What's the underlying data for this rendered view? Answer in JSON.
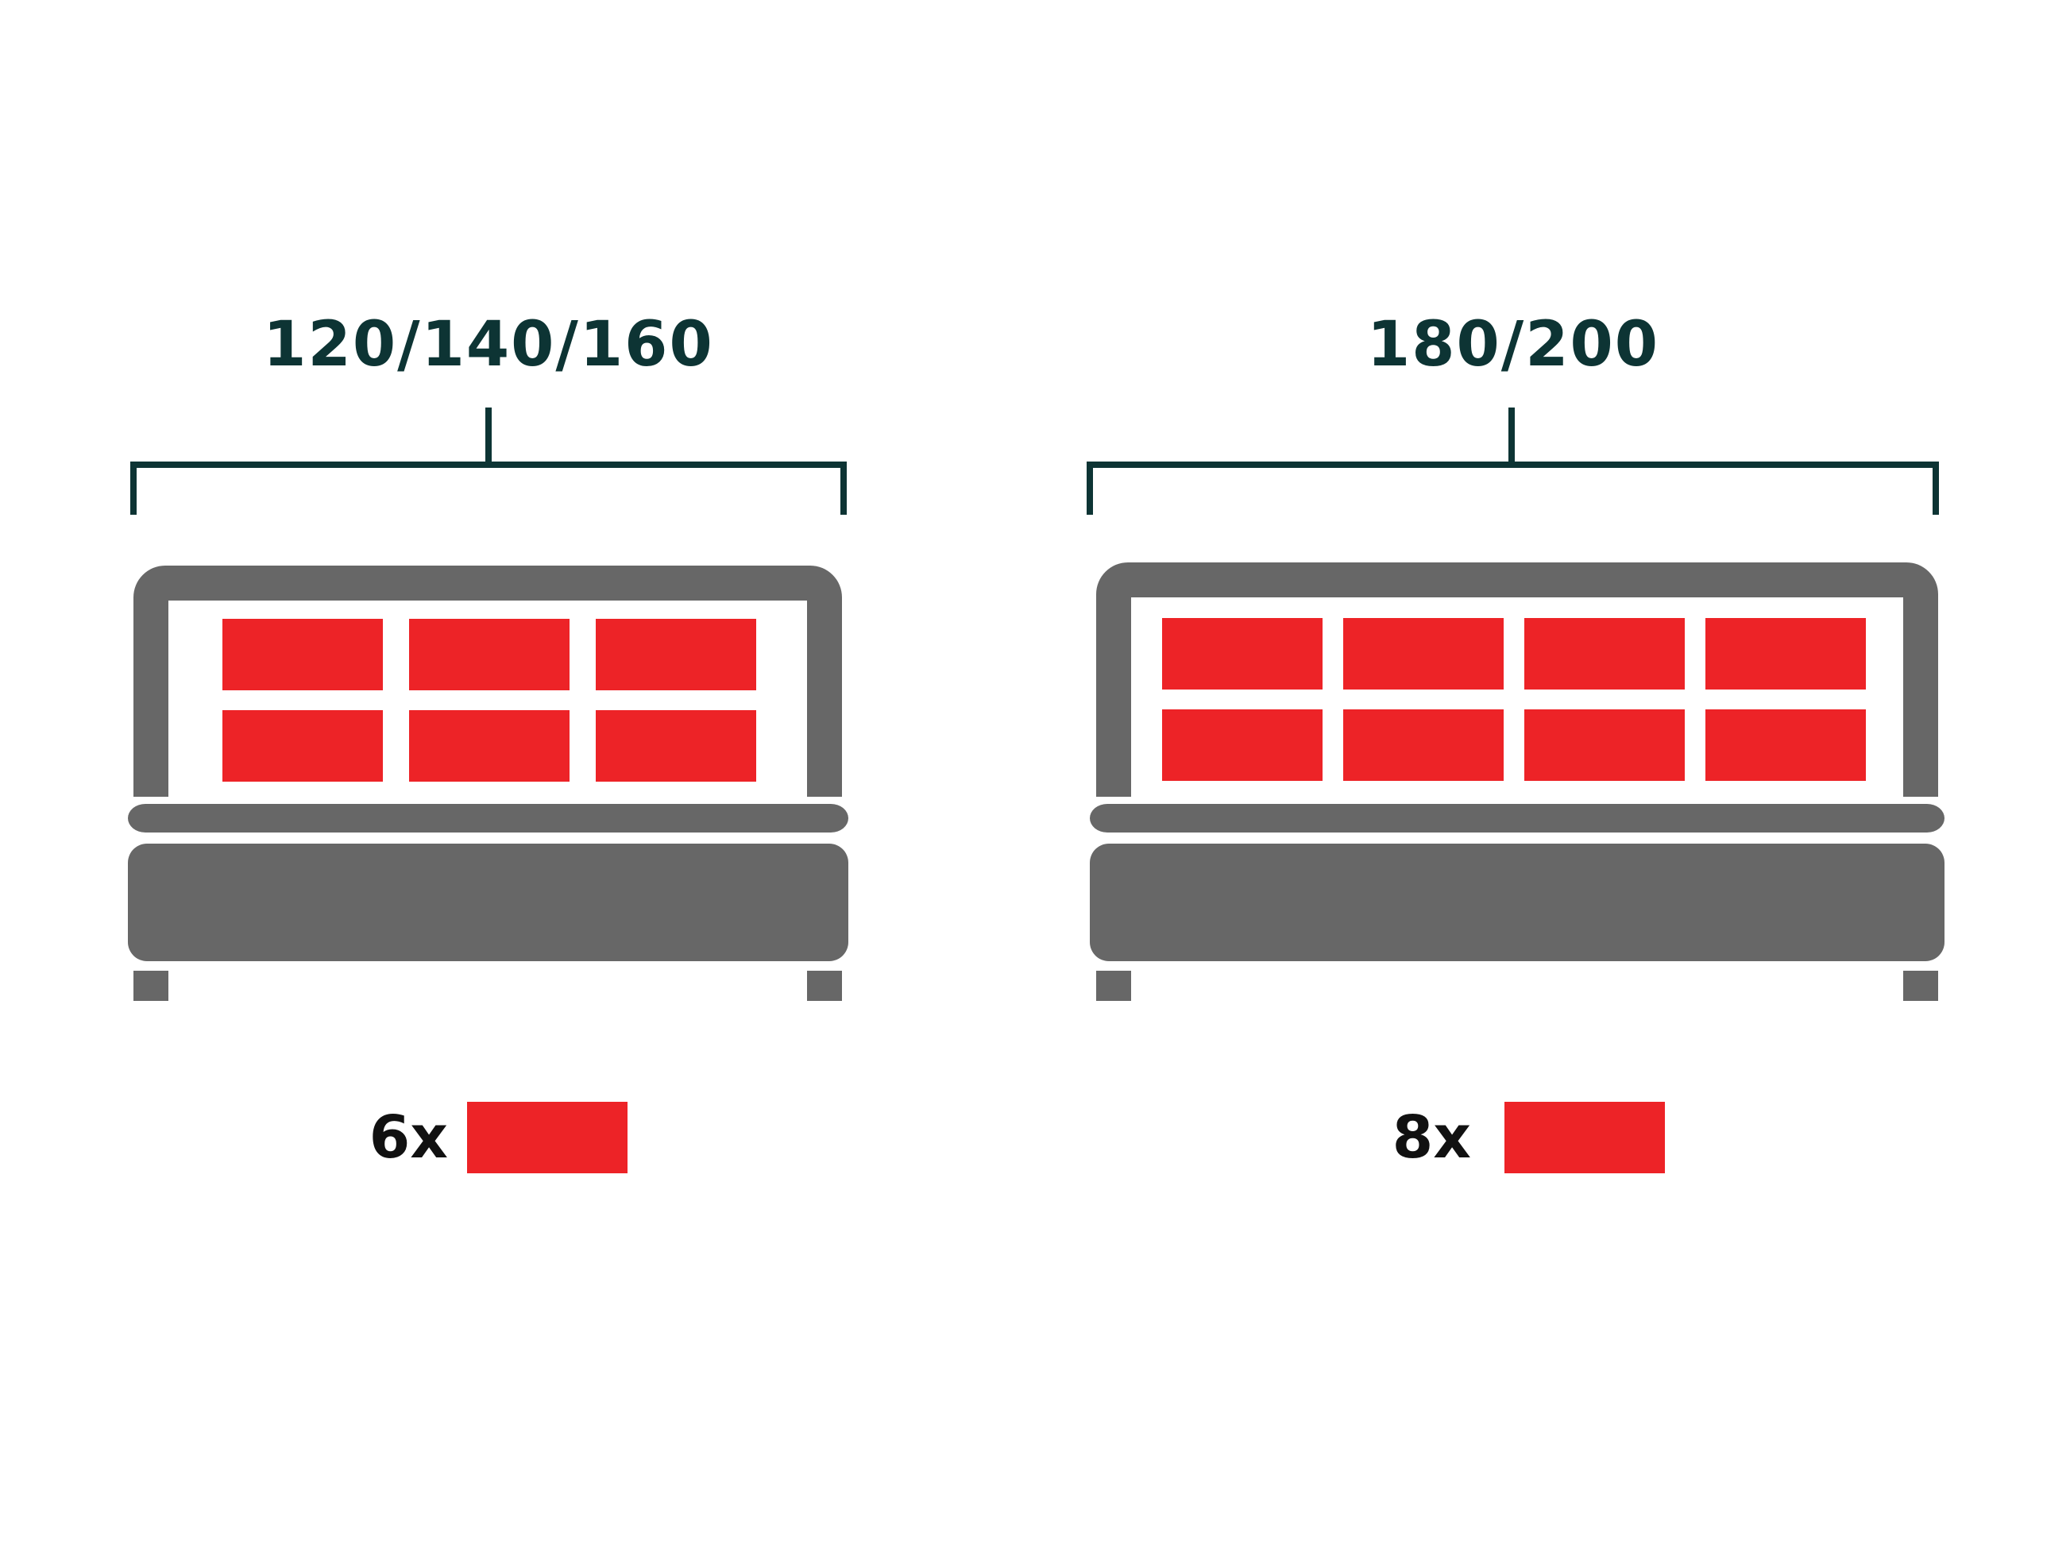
{
  "colors": {
    "background": "#ffffff",
    "frame": "#676767",
    "bracket": "#0d3434",
    "pillow": "#ed2327",
    "label": "#0d3434",
    "count_text": "#111111"
  },
  "icons": {
    "bed": "bed-icon",
    "pillow": "pillow-icon",
    "bracket": "width-bracket-icon"
  },
  "beds": [
    {
      "width_label": "120/140/160",
      "pillow_columns": 3,
      "pillow_rows": 2,
      "count_label": "6x"
    },
    {
      "width_label": "180/200",
      "pillow_columns": 4,
      "pillow_rows": 2,
      "count_label": "8x"
    }
  ]
}
